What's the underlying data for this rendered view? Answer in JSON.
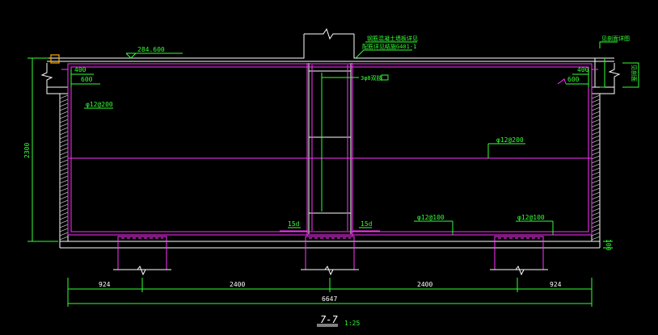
{
  "drawing": {
    "elevation": "284.600",
    "note_top_line1": "钢筋混凝土墙板详见",
    "note_top_line2": "配筋详见结施G401-1",
    "note_right": "见剖面详图",
    "note_right_side": "见剖面",
    "dim_height": "2300",
    "dim_400_left": "400",
    "dim_600_left": "600",
    "dim_400_right": "400",
    "dim_600_right": "600",
    "rebar_left": "φ12@200",
    "rebar_right": "φ12@200",
    "rebar_bottom_mid": "φ12@100",
    "rebar_bottom_right": "φ12@100",
    "anchor_left": "15d",
    "anchor_right": "15d",
    "stirrup": "3φ8双肢",
    "base_thk": "100",
    "dims_bottom": [
      "924",
      "2400",
      "2400",
      "924"
    ],
    "dim_total": "6647",
    "section_title": "7-7",
    "section_scale": "1:25"
  },
  "colors": {
    "background": "#000000",
    "structure": "#ff33ff",
    "annotation": "#33ff33",
    "outline": "#ffffff",
    "highlight": "#ffaa00"
  }
}
